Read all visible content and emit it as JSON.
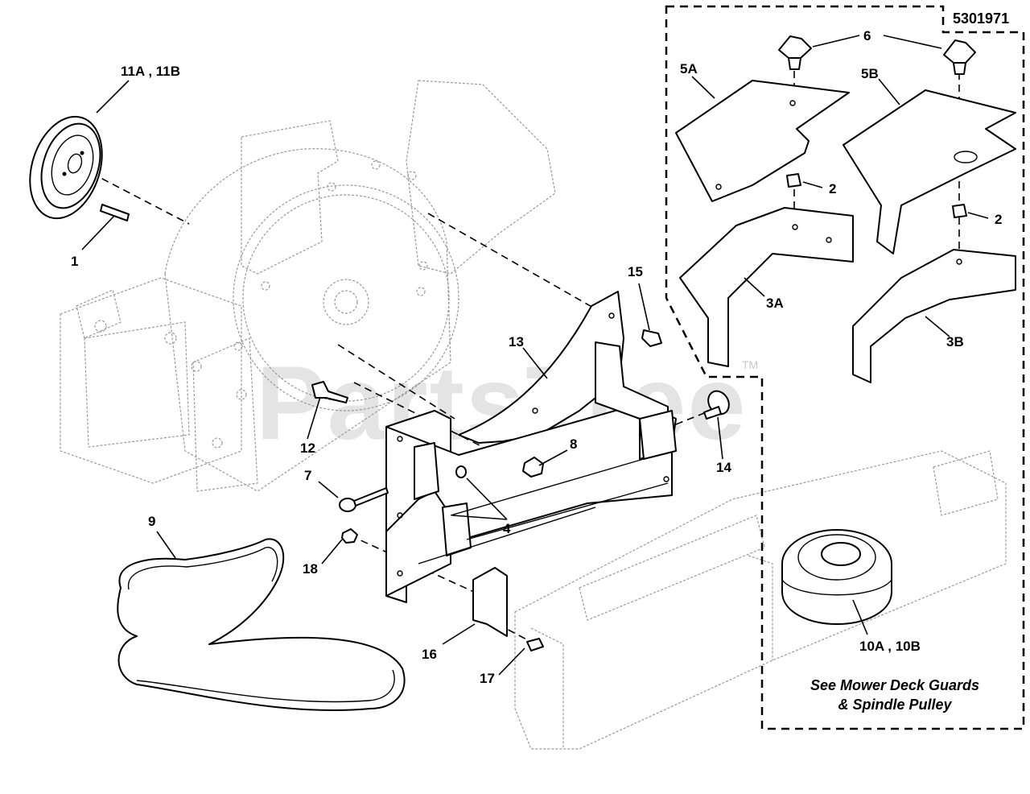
{
  "document_number": "5301971",
  "watermark": "PartsTree",
  "watermark_tm": "TM",
  "callouts": {
    "c11": "11A , 11B",
    "c1": "1",
    "c6": "6",
    "c5a": "5A",
    "c5b": "5B",
    "c2a": "2",
    "c2b": "2",
    "c3a": "3A",
    "c3b": "3B",
    "c15": "15",
    "c13": "13",
    "c12": "12",
    "c14": "14",
    "c8": "8",
    "c7": "7",
    "c4": "4",
    "c9": "9",
    "c18": "18",
    "c16": "16",
    "c17": "17",
    "c10": "10A , 10B"
  },
  "note": {
    "line1": "See Mower Deck Guards",
    "line2": "& Spindle Pulley"
  }
}
